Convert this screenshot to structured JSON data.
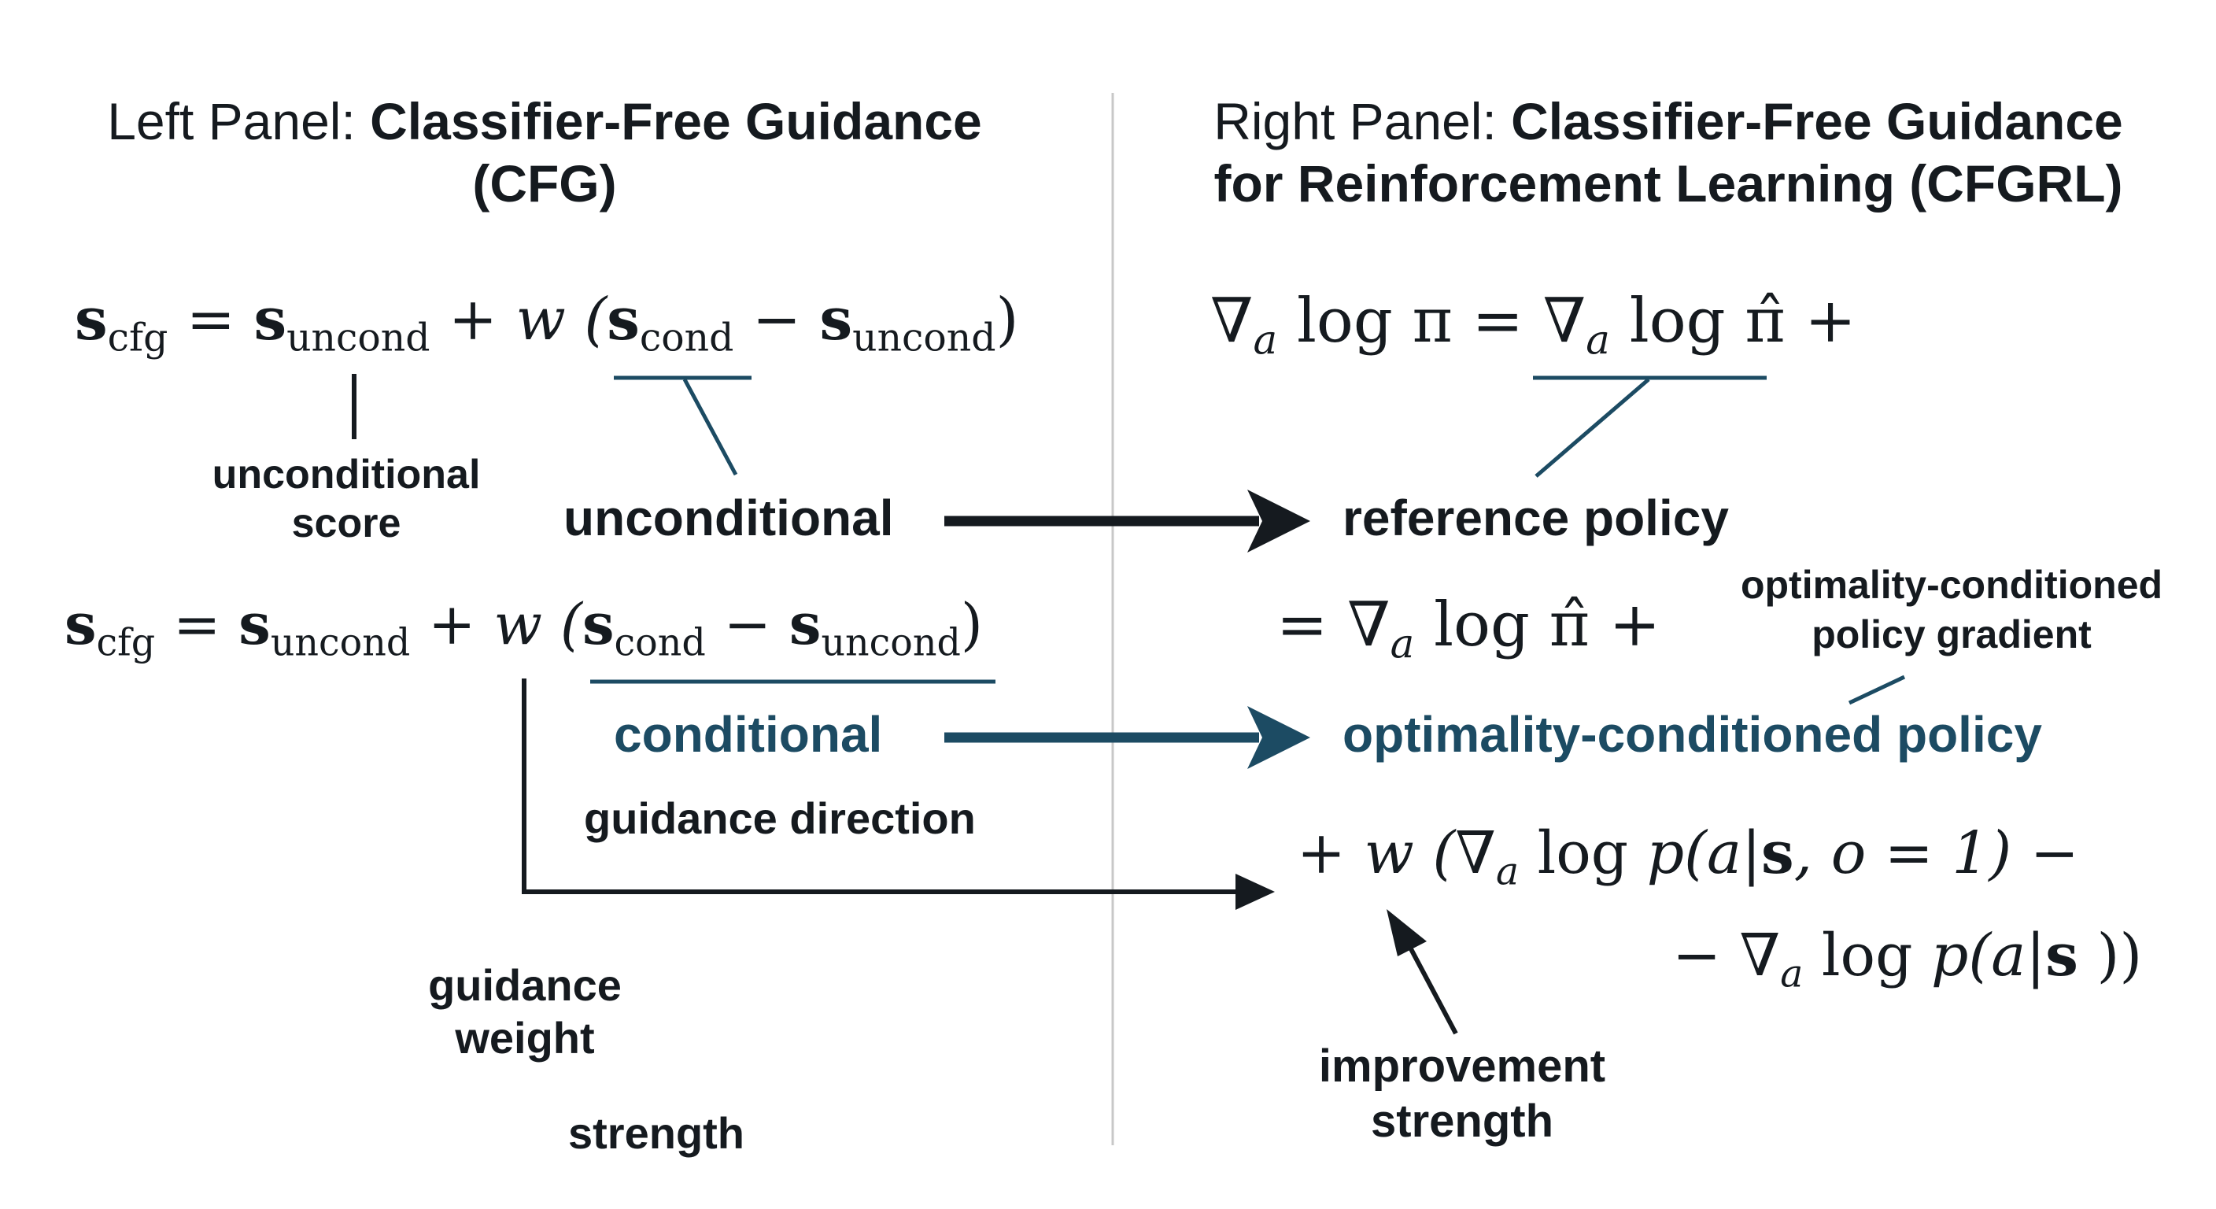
{
  "left_panel": {
    "title_prefix": "Left Panel: ",
    "title_bold_line1": "Classifier-Free Guidance",
    "title_line2": "(CFG)",
    "eq1": {
      "lhs_sym": "s",
      "lhs_sub": "cfg",
      "eq_sign": "=",
      "t1_sym": "s",
      "t1_sub": "uncond",
      "plus_w": "+ w (",
      "t2_sym": "s",
      "t2_sub": "cond",
      "minus": "−",
      "t3_sym": "s",
      "t3_sub": "uncond",
      "close": ")"
    },
    "eq2": {
      "lhs_sym": "s",
      "lhs_sub": "cfg",
      "eq_sign": "=",
      "t1_sym": "s",
      "t1_sub": "uncond",
      "plus_w": "+ w (",
      "t2_sym": "s",
      "t2_sub": "cond",
      "minus": "−",
      "t3_sym": "s",
      "t3_sub": "uncond",
      "close": ")"
    },
    "labels": {
      "uncond_score_line1": "unconditional",
      "uncond_score_line2": "score",
      "unconditional": "unconditional",
      "conditional": "conditional",
      "guidance_direction": "guidance direction",
      "guidance_weight_line1": "guidance",
      "guidance_weight_line2": "weight",
      "strength": "strength"
    }
  },
  "right_panel": {
    "title_prefix": "Right Panel: ",
    "title_bold_line1": "Classifier-Free Guidance",
    "title_line2": "for Reinforcement Learning (CFGRL)",
    "eq1": {
      "nabla": "∇",
      "sub": "a",
      "rest": " log π = ",
      "nabla2": "∇",
      "sub2": "a",
      "rest2": " log π̂ +"
    },
    "eq2": {
      "prefix": "= ",
      "nabla": "∇",
      "sub": "a",
      "rest": " log π̂ +"
    },
    "eq3": {
      "prefix": "+ w (",
      "nabla": "∇",
      "sub": "a",
      "rest_a": " log ",
      "p": "p",
      "rest_b": "(a|",
      "s": "s",
      "rest_c": ", o = 1) −"
    },
    "eq4": {
      "prefix": "− ",
      "nabla": "∇",
      "sub": "a",
      "rest_a": " log ",
      "p": "p",
      "rest_b": "(a|",
      "s": "s",
      "rest_c": " ))"
    },
    "labels": {
      "reference_policy": "reference policy",
      "opt_grad_line1": "optimality-conditioned",
      "opt_grad_line2": "policy gradient",
      "opt_policy": "optimality-conditioned policy",
      "improvement_line1": "improvement",
      "improvement_line2": "strength"
    }
  },
  "colors": {
    "dark": "#151a1f",
    "teal": "#1c4b63",
    "divider": "#c8c8c8"
  }
}
